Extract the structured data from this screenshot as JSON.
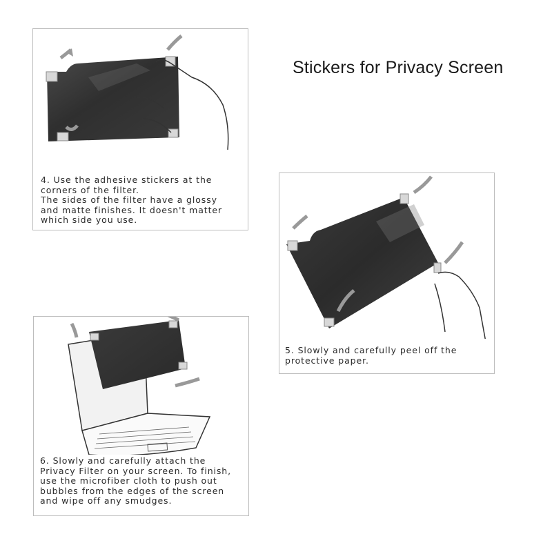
{
  "title": "Stickers for Privacy Screen",
  "panels": {
    "step4": {
      "caption": "4. Use the adhesive stickers at the\ncorners of the filter.\nThe sides of the filter have a glossy\nand matte finishes. It doesn't matter\nwhich side you use."
    },
    "step5": {
      "caption": "5. Slowly and carefully peel off the\nprotective paper."
    },
    "step6": {
      "caption": "6. Slowly and carefully attach the\nPrivacy Filter on your screen. To finish,\nuse the microfiber cloth to push out\nbubbles from the edges of the screen\nand wipe off any smudges."
    }
  }
}
